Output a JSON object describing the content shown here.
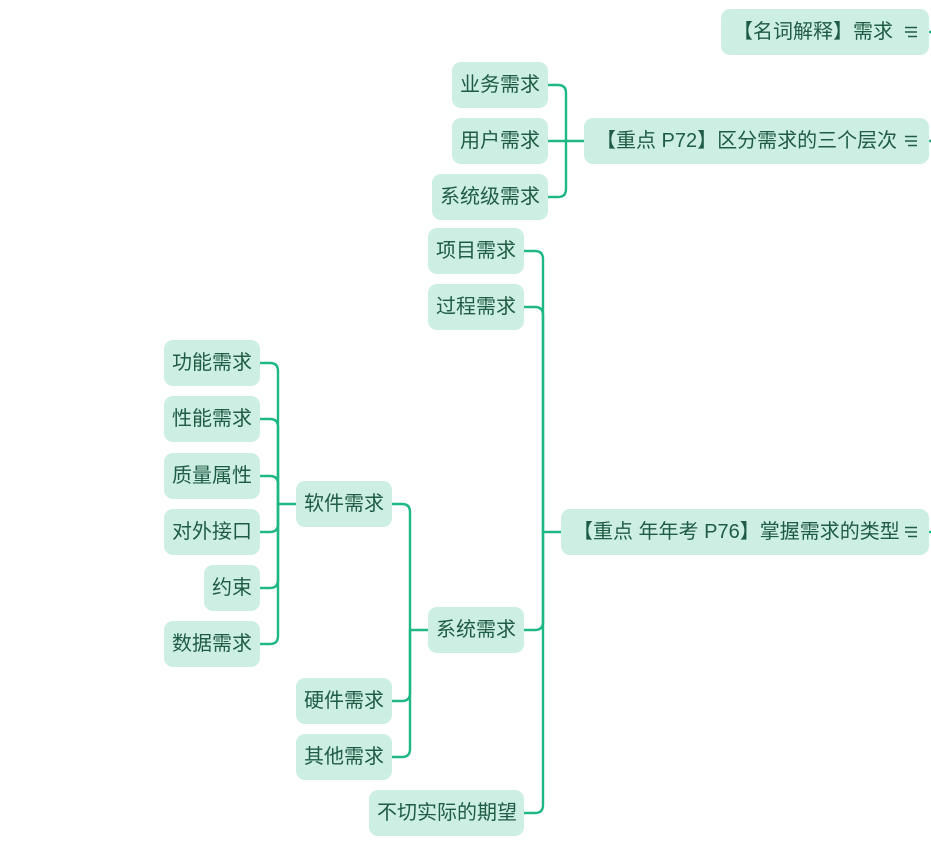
{
  "colors": {
    "line": "#1db884",
    "node_bg": "#cdeee3",
    "text": "#1f5c45"
  },
  "icons": {
    "note": "note-lines-icon"
  },
  "topics": [
    {
      "id": "t1",
      "label": "【名词解释】需求",
      "has_note": true
    },
    {
      "id": "t2",
      "label": "【重点 P72】区分需求的三个层次",
      "has_note": true,
      "children": [
        "业务需求",
        "用户需求",
        "系统级需求"
      ]
    },
    {
      "id": "t3",
      "label": "【重点 年年考 P76】掌握需求的类型",
      "has_note": true,
      "children": [
        "项目需求",
        "过程需求",
        "系统需求",
        "不切实际的期望"
      ]
    }
  ],
  "system_requirements": {
    "label": "系统需求",
    "children": [
      "软件需求",
      "硬件需求",
      "其他需求"
    ]
  },
  "software_requirements": {
    "label": "软件需求",
    "children": [
      "功能需求",
      "性能需求",
      "质量属性",
      "对外接口",
      "约束",
      "数据需求"
    ]
  }
}
